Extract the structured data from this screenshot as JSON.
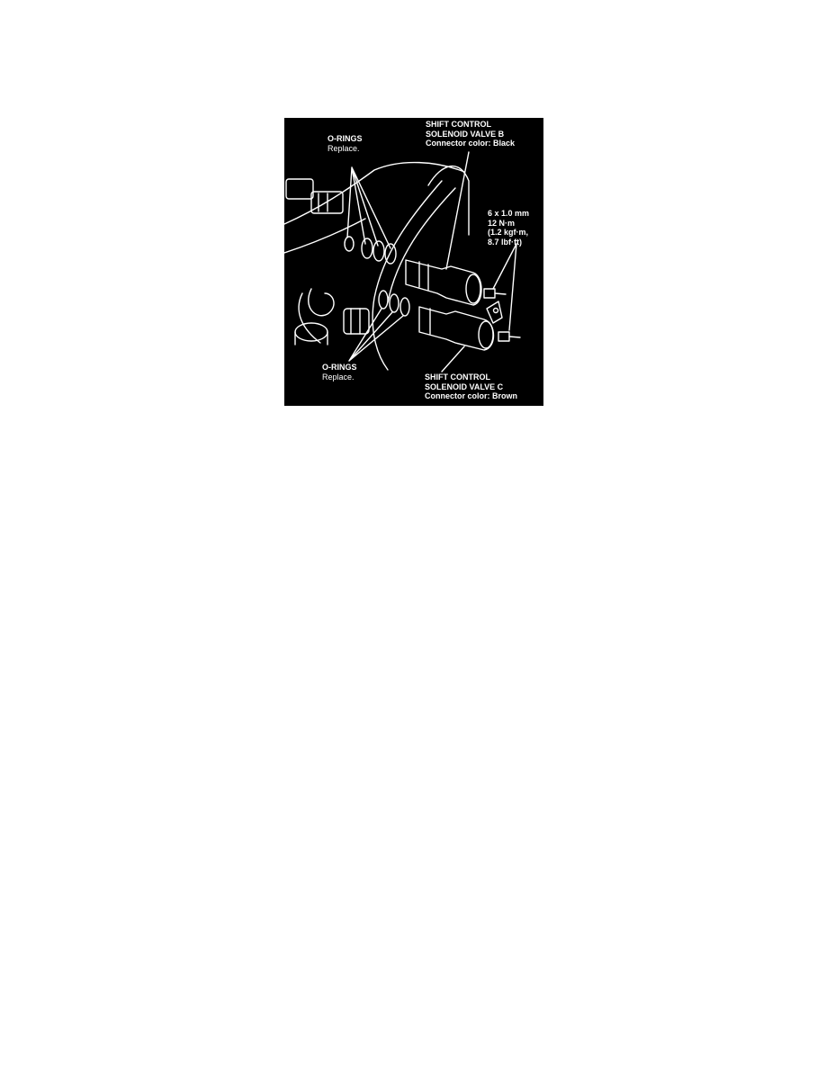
{
  "figure": {
    "background": "#000000",
    "line_color": "#ffffff",
    "callouts": {
      "o_rings_top": {
        "title": "O-RINGS",
        "note": "Replace."
      },
      "o_rings_bottom": {
        "title": "O-RINGS",
        "note": "Replace."
      },
      "valve_b": {
        "line1": "SHIFT CONTROL",
        "line2": "SOLENOID VALVE B",
        "line3": "Connector color: Black"
      },
      "valve_c": {
        "line1": "SHIFT CONTROL",
        "line2": "SOLENOID VALVE C",
        "line3": "Connector color: Brown"
      },
      "bolt_spec": {
        "size": "6 x 1.0 mm",
        "torque": "12 N·m",
        "kgf": "(1.2 kgf·m,",
        "lbf": "8.7 lbf·ft)"
      }
    }
  }
}
